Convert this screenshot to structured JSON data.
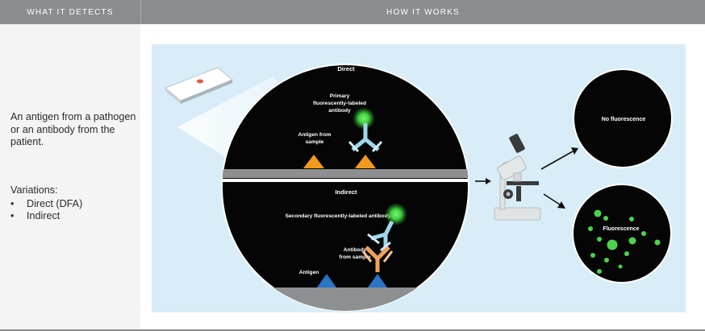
{
  "header": {
    "left_label": "WHAT IT DETECTS",
    "right_label": "HOW IT WORKS"
  },
  "detects": {
    "description": "An antigen from a pathogen or an antibody from the patient.",
    "variations_title": "Variations:",
    "variations": [
      "Direct (DFA)",
      "Indirect"
    ]
  },
  "diagram": {
    "direct": {
      "title": "Direct",
      "primary_label_lines": [
        "Primary",
        "fluorescently-labeled",
        "antibody"
      ],
      "antigen_label_lines": [
        "Antigen from",
        "sample"
      ]
    },
    "indirect": {
      "title": "Indirect",
      "secondary_label": "Secondary fluorescently-labeled antibody",
      "antibody_label_lines": [
        "Antibody",
        "from sample"
      ],
      "antigen_label": "Antigen"
    },
    "results": {
      "negative": "No fluorescence",
      "positive": "Fluorescence"
    }
  },
  "colors": {
    "header_bg": "#898d90",
    "panel_bg": "#d8edf7",
    "fluorescence_green": "#4cd34c",
    "antigen_orange": "#f39a1e",
    "antigen_blue": "#2a74c6",
    "antibody_light_blue": "#9fd6ec",
    "antibody_orange": "#f1a15a"
  }
}
